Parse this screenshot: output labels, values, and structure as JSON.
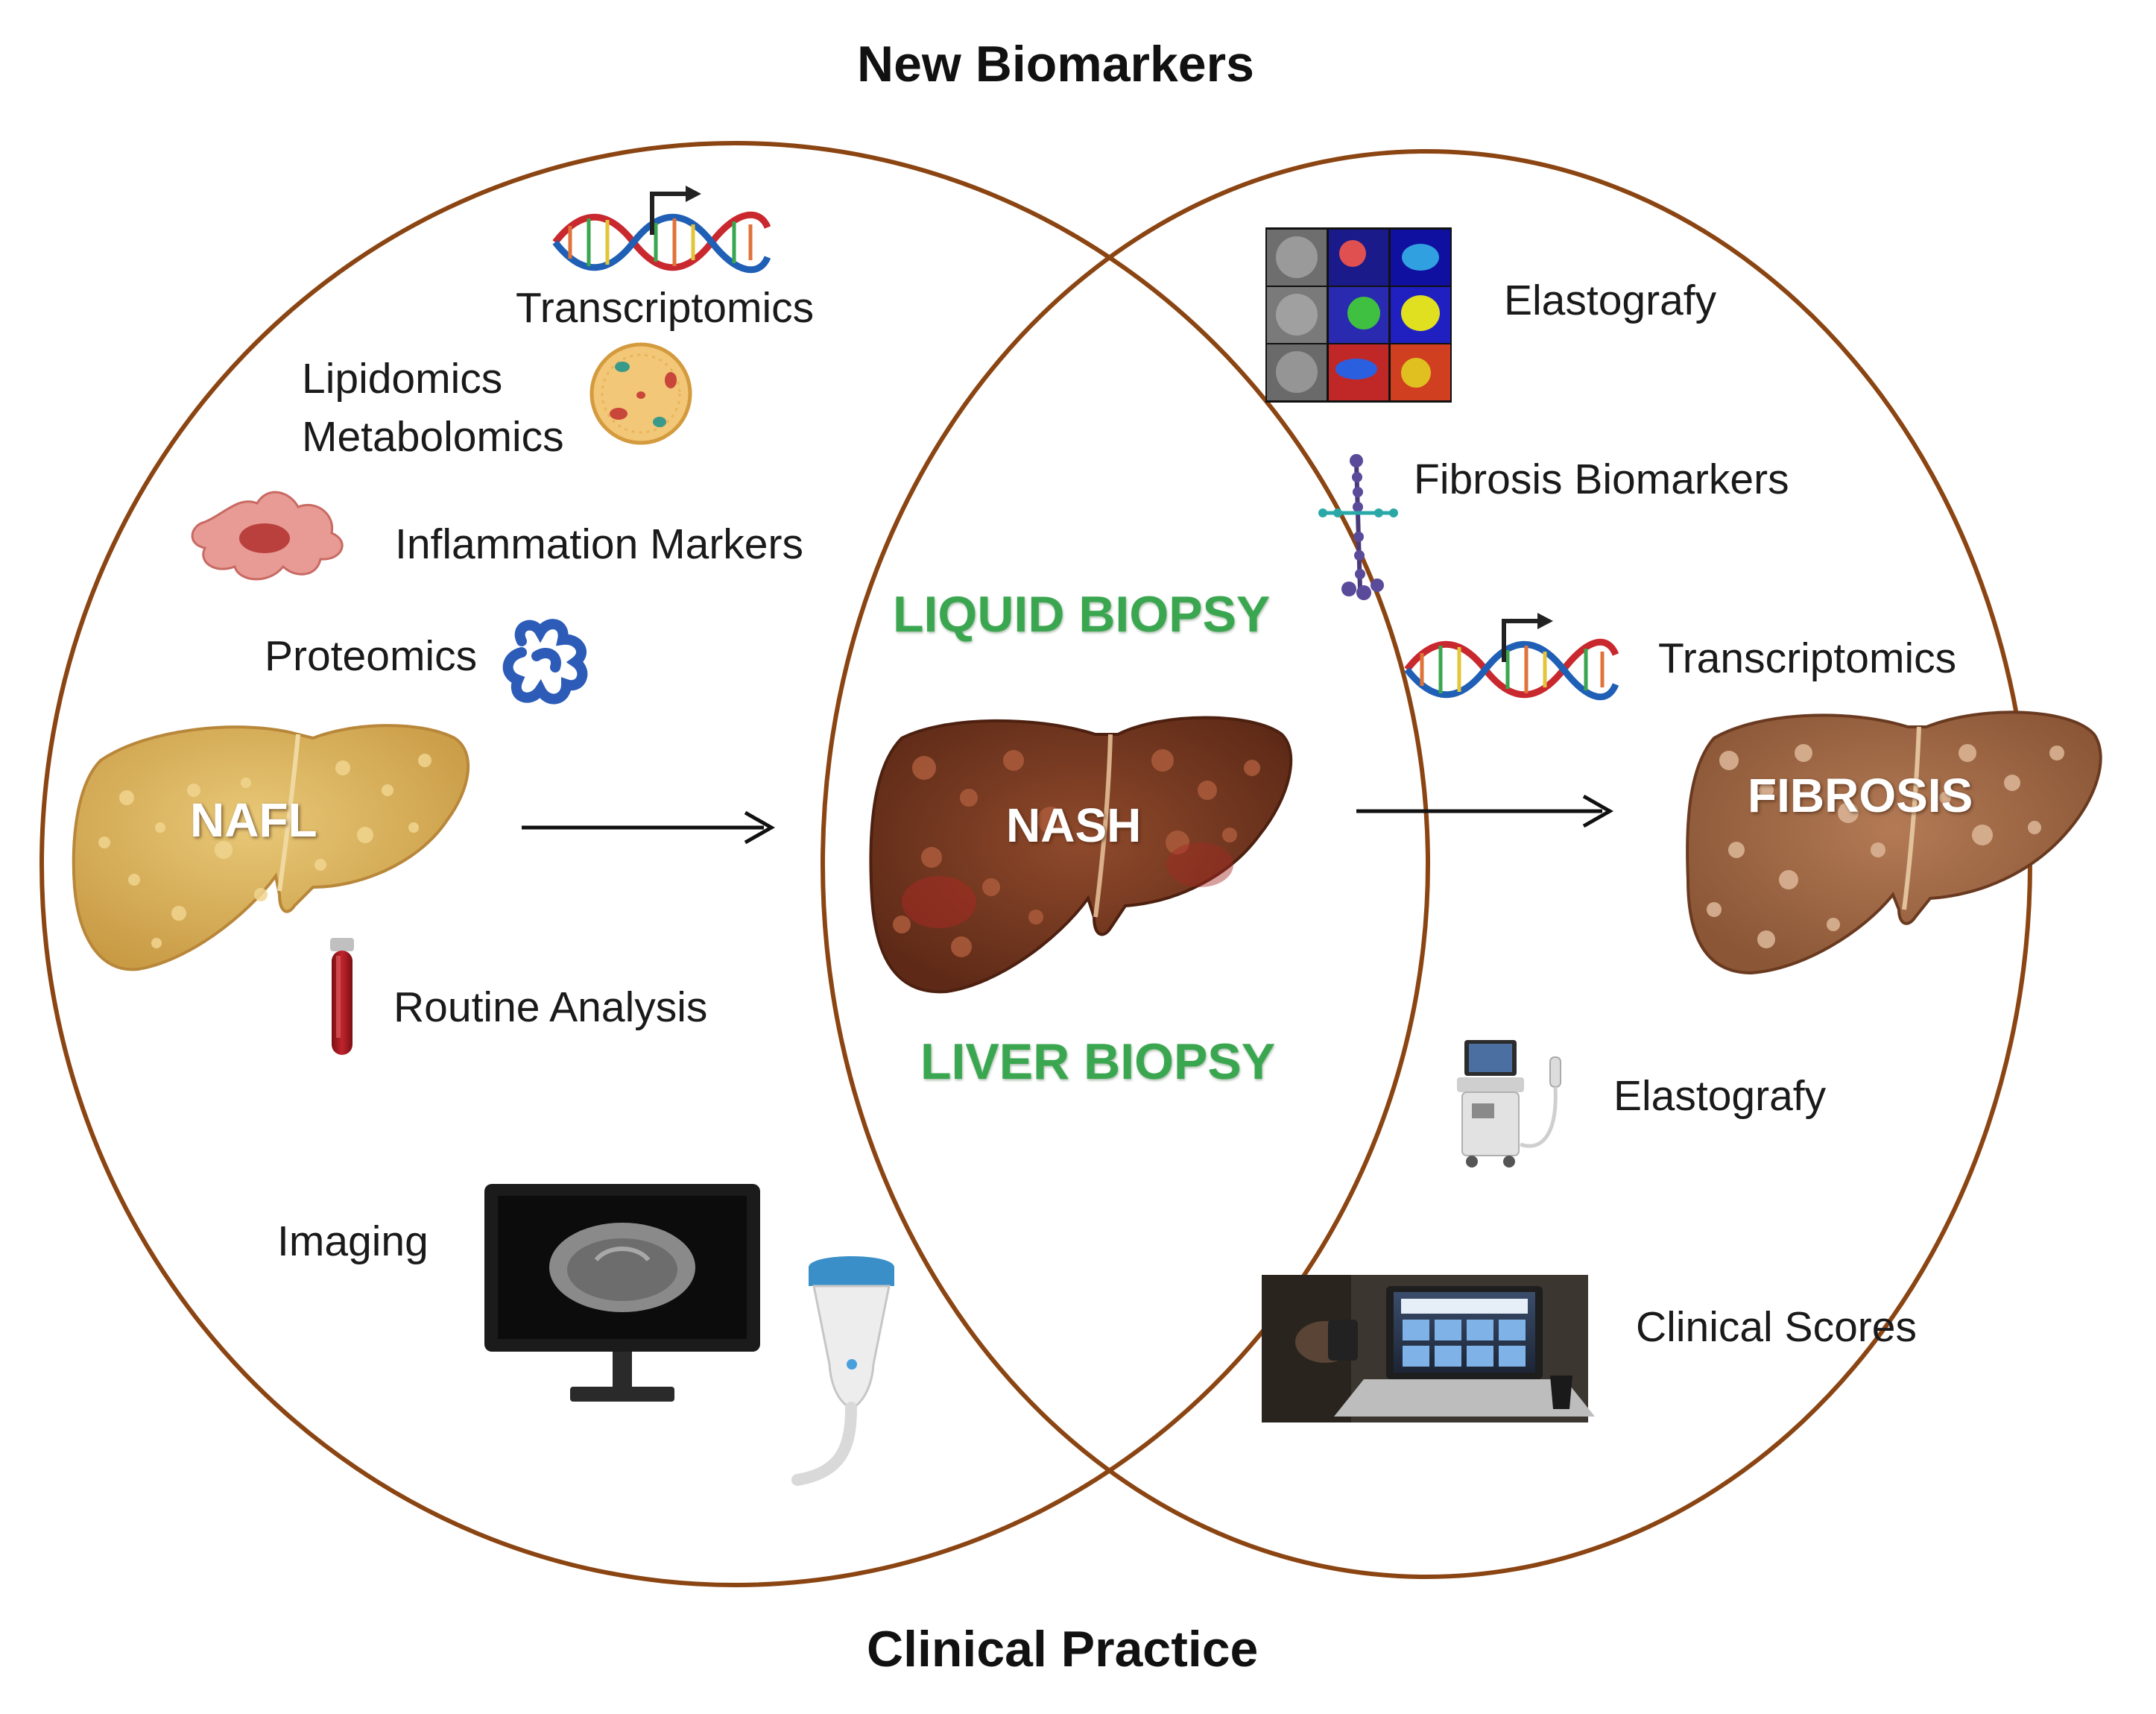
{
  "headings": {
    "top": "New Biomarkers",
    "bottom": "Clinical Practice"
  },
  "left_set": {
    "transcriptomics": "Transcriptomics",
    "lipidomics": "Lipidomics",
    "metabolomics": "Metabolomics",
    "inflammation": "Inflammation Markers",
    "proteomics": "Proteomics",
    "routine": "Routine Analysis",
    "imaging": "Imaging"
  },
  "overlap": {
    "liquid_biopsy": "LIQUID BIOPSY",
    "liver_biopsy": "LIVER BIOPSY"
  },
  "right_set": {
    "elastografy_top": "Elastografy",
    "fibrosis_biomarkers": "Fibrosis Biomarkers",
    "transcriptomics": "Transcriptomics",
    "elastografy_bottom": "Elastografy",
    "clinical_scores": "Clinical Scores"
  },
  "stages": {
    "nafl": "NAFL",
    "nash": "NASH",
    "fibrosis": "FIBROSIS"
  },
  "colors": {
    "ellipse_outline": "#8b4513",
    "biopsy_text": "#3aa64f",
    "nafl_liver": "#d9b45f",
    "nash_liver": "#7a3b24",
    "fibrosis_liver": "#a06a48"
  },
  "icons": [
    "dna-icon",
    "lipid-droplet-icon",
    "macrophage-icon",
    "protein-icon",
    "blood-tube-icon",
    "monitor-icon",
    "ultrasound-probe-icon",
    "elastography-grid-icon",
    "collagen-fiber-icon",
    "ultrasound-machine-icon",
    "laptop-calculator-icon"
  ]
}
